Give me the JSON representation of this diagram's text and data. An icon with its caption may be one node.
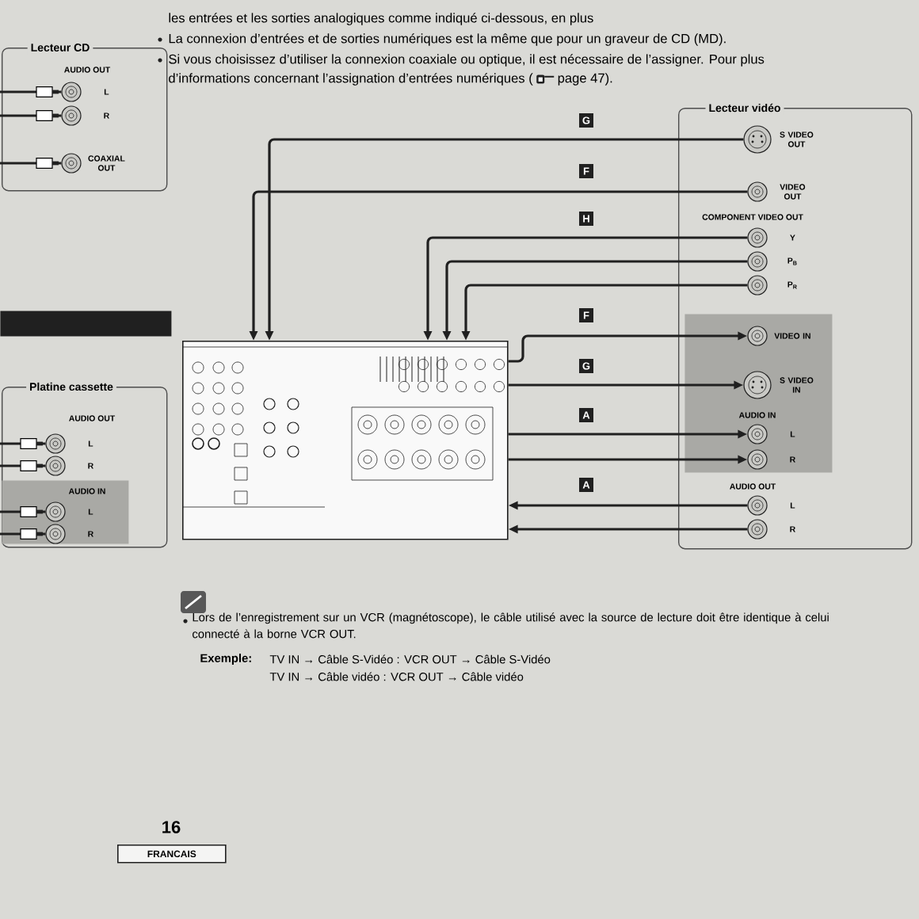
{
  "diagram": {
    "nodes": [
      {
        "text": [
          "Lecteur CD",
          "AUDIO OUT"
        ]
      },
      {
        "text": [],
        "shape": "circle",
        "in": 0,
        "beside": [
          "L"
        ]
      },
      {
        "text": [],
        "shape": "circle",
        "in": 0,
        "beside": [
          "R"
        ]
      },
      {
        "text": [],
        "shape": "circle",
        "in": 0,
        "beside": [
          "COAXIAL OUT"
        ]
      },
      {
        "text": [
          "Platine cassette",
          "AUDIO OUT"
        ]
      },
      {
        "text": [],
        "shape": "circle",
        "in": 4,
        "beside": [
          "L"
        ]
      },
      {
        "text": [],
        "shape": "circle",
        "in": 4,
        "beside": [
          "R"
        ]
      },
      {
        "text": [
          "AUDIO IN"
        ],
        "in": 4
      },
      {
        "text": [],
        "shape": "circle",
        "in": 7,
        "beside": [
          "L"
        ]
      },
      {
        "text": [],
        "shape": "circle",
        "in": 7,
        "beside": [
          "R"
        ]
      },
      {
        "text": [],
        "shape": "picture"
      },
      {
        "text": [
          "Lecteur vidéo",
          "COMPONENT VIDEO OUT",
          "AUDIO OUT"
        ]
      },
      {
        "text": [],
        "shape": "circle",
        "in": 11,
        "beside": [
          "S VIDEO OUT"
        ]
      },
      {
        "text": [],
        "shape": "circle",
        "in": 11,
        "beside": [
          "VIDEO OUT"
        ]
      },
      {
        "text": [],
        "shape": "circle",
        "in": 11,
        "beside": [
          "Y"
        ]
      },
      {
        "text": [],
        "shape": "circle",
        "in": 11,
        "beside": [
          "P$_{B}$"
        ]
      },
      {
        "text": [],
        "shape": "circle",
        "in": 11,
        "beside": [
          "P$_{R}$"
        ]
      },
      {
        "text": [
          "AUDIO IN"
        ],
        "in": 11
      },
      {
        "text": [],
        "shape": "circle",
        "in": 17,
        "beside": [
          "VIDEO IN"
        ]
      },
      {
        "text": [],
        "shape": "circle",
        "in": 17,
        "beside": [
          "S VIDEO IN"
        ]
      },
      {
        "text": [],
        "shape": "circle",
        "in": 17,
        "beside": [
          "L"
        ]
      },
      {
        "text": [],
        "shape": "circle",
        "in": 17,
        "beside": [
          "R"
        ]
      },
      {
        "text": [],
        "shape": "circle",
        "in": 11,
        "beside": [
          "L"
        ]
      },
      {
        "text": [],
        "shape": "circle",
        "in": 11,
        "beside": [
          "R"
        ]
      },
      {
        "text": [
          "FRANCAIS"
        ],
        "beside": [
          "16"
        ]
      },
      {
        "text": [],
        "shape": "bar"
      }
    ],
    "edges": [
      {
        "from": 12,
        "to": 10,
        "arrow": "to",
        "label": "G"
      },
      {
        "from": 13,
        "to": 10,
        "arrow": "to",
        "label": "F"
      },
      {
        "from": 14,
        "to": 10,
        "arrow": "to",
        "label": "H"
      },
      {
        "from": 15,
        "to": 10,
        "arrow": "to"
      },
      {
        "from": 16,
        "to": 10,
        "arrow": "to"
      },
      {
        "from": 10,
        "to": 18,
        "arrow": "to",
        "label": "F"
      },
      {
        "from": 10,
        "to": 19,
        "arrow": "to",
        "label": "G"
      },
      {
        "from": 10,
        "to": 20,
        "arrow": "to",
        "label": "A"
      },
      {
        "from": 10,
        "to": 21,
        "arrow": "to"
      },
      {
        "from": 22,
        "to": 10,
        "arrow": "to",
        "label": "A"
      },
      {
        "from": 23,
        "to": 10,
        "arrow": "to"
      },
      {
        "from": null,
        "to": 1,
        "arrow": "other"
      },
      {
        "from": null,
        "to": 2,
        "arrow": "other"
      },
      {
        "from": null,
        "to": 3,
        "arrow": "other"
      },
      {
        "from": null,
        "to": 5,
        "arrow": "other"
      },
      {
        "from": null,
        "to": 6,
        "arrow": "other"
      },
      {
        "from": null,
        "to": 8,
        "arrow": "other"
      },
      {
        "from": null,
        "to": 9,
        "arrow": "other"
      }
    ],
    "labels": [
      "les entrées et les sorties analogiques comme indiqué ci-dessous, en plus",
      "La connexion d’entrées et de sorties numériques est la même que pour un graveur de CD (MD).",
      "Si vous choisissez d’utiliser la connexion coaxiale ou optique, il est nécessaire de l’assigner. Pour plus",
      "d’informations concernant l’assignation d’entrées numériques (",
      "page 47).",
      "Lors de l’enregistrement sur un VCR (magnétoscope), le câble utilisé avec la source de lecture doit être identique à celui connecté à la borne VCR OUT.",
      "Exemple:",
      "TV IN → Câble S-Vidéo : VCR OUT → Câble S-Vidéo",
      "TV IN → Câble vidéo : VCR OUT → Câble vidéo"
    ]
  }
}
